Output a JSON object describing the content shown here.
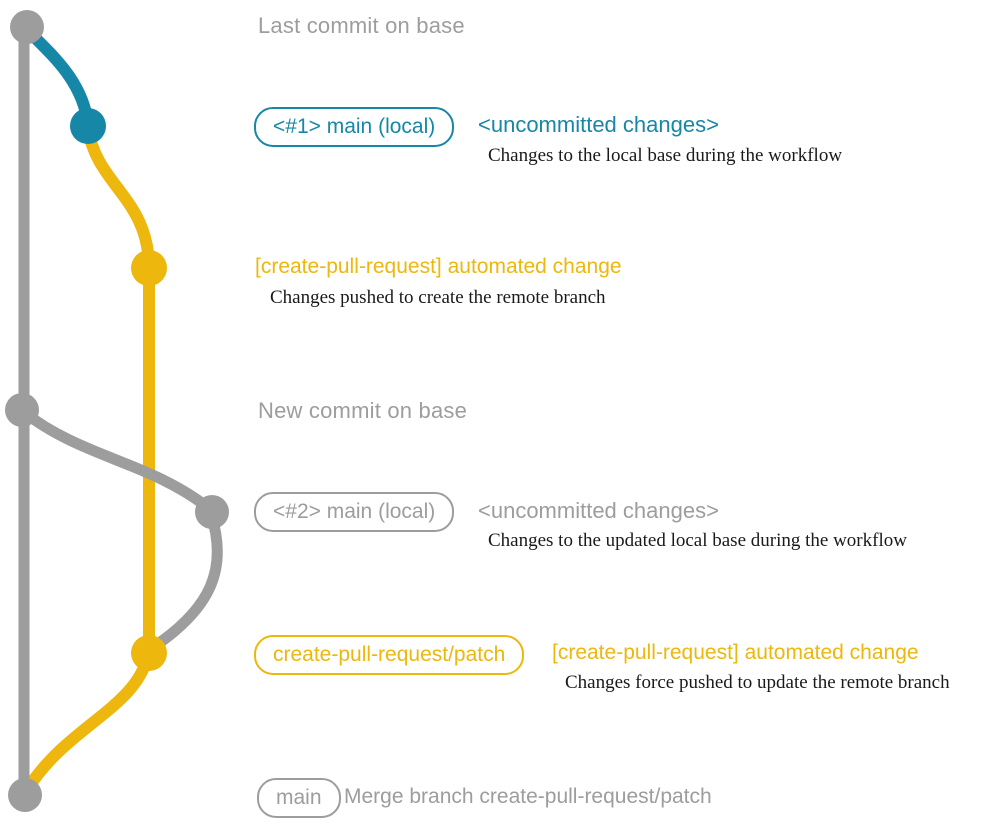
{
  "colors": {
    "gray": "#9d9d9d",
    "teal": "#1787a8",
    "yellow": "#edb70d",
    "text": "#1a1a1a"
  },
  "annotations": {
    "last_commit_heading": "Last commit on base",
    "workflow1_branch_label": "<#1> main (local)",
    "workflow1_status": "<uncommitted changes>",
    "workflow1_description": "Changes to the local base during the workflow",
    "push1_message": "[create-pull-request] automated change",
    "push1_description": "Changes pushed to create the remote branch",
    "new_commit_heading": "New commit on base",
    "workflow2_branch_label": "<#2> main (local)",
    "workflow2_status": "<uncommitted changes>",
    "workflow2_description": "Changes to the updated local base during the workflow",
    "patch_branch_label": "create-pull-request/patch",
    "push2_message": "[create-pull-request] automated change",
    "push2_description": "Changes force pushed to update the remote branch",
    "main_branch_label": "main",
    "merge_message": "Merge branch create-pull-request/patch"
  }
}
